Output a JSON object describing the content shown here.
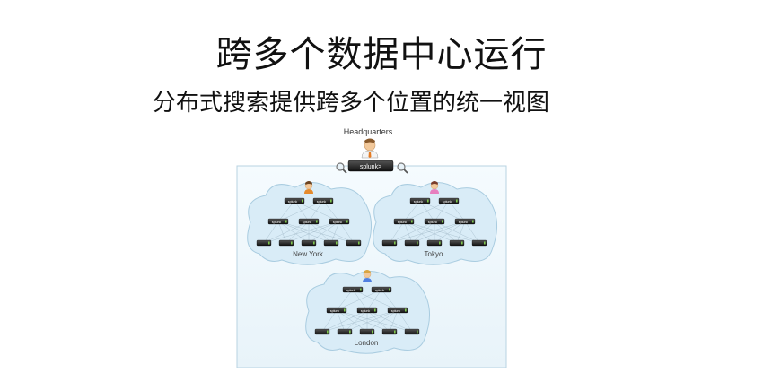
{
  "title": "跨多个数据中心运行",
  "subtitle": "分布式搜索提供跨多个位置的统一视图",
  "diagram": {
    "headquarters_label": "Headquarters",
    "brand_label": "splunk>",
    "sites": [
      {
        "name": "New York"
      },
      {
        "name": "Tokyo"
      },
      {
        "name": "London"
      }
    ],
    "node_label": "splunk",
    "colors": {
      "cloud_fill": "#d9ecf7",
      "cloud_stroke": "#a9cce0",
      "panel_fill": "#f0f8fc",
      "server": "#2b2b2b",
      "server_led": "#7ec64b"
    }
  }
}
